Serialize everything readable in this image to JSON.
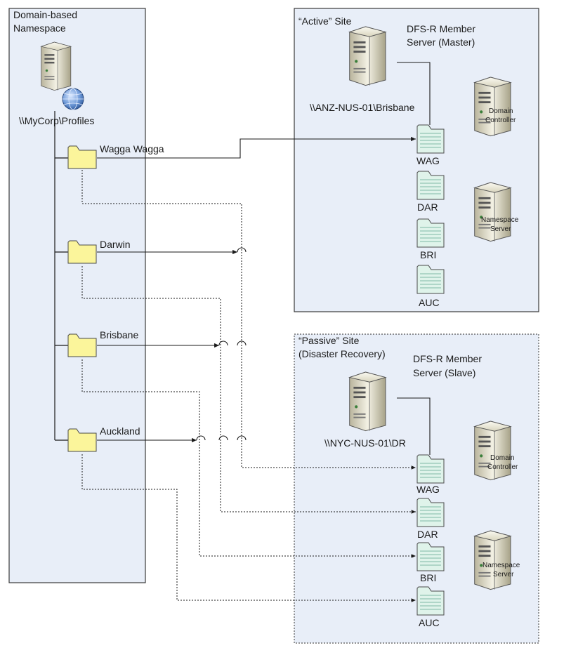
{
  "namespace": {
    "title_line1": "Domain-based",
    "title_line2": "Namespace",
    "path": "\\\\MyCorp\\Profiles",
    "folders": [
      "Wagga Wagga",
      "Darwin",
      "Brisbane",
      "Auckland"
    ]
  },
  "active_site": {
    "title": "“Active” Site",
    "member_line1": "DFS-R Member",
    "member_line2": "Server (Master)",
    "server_path": "\\\\ANZ-NUS-01\\Brisbane",
    "folders": [
      "WAG",
      "DAR",
      "BRI",
      "AUC"
    ],
    "dc_line1": "Domain",
    "dc_line2": "Controller",
    "ns_line1": "Namespace",
    "ns_line2": "Server"
  },
  "passive_site": {
    "title_line1": "“Passive” Site",
    "title_line2": "(Disaster Recovery)",
    "member_line1": "DFS-R Member",
    "member_line2": "Server (Slave)",
    "server_path": "\\\\NYC-NUS-01\\DR",
    "folders": [
      "WAG",
      "DAR",
      "BRI",
      "AUC"
    ],
    "dc_line1": "Domain",
    "dc_line2": "Controller",
    "ns_line1": "Namespace",
    "ns_line2": "Server"
  },
  "colors": {
    "panel_fill": "#e8eef8",
    "panel_stroke": "#3a3a3a",
    "folder_yellow": "#fbf59b",
    "folder_green": "#dff3ea",
    "line": "#1a1a1a"
  },
  "icons": [
    "server-icon",
    "globe-icon",
    "folder-icon",
    "shared-folder-icon",
    "domain-controller-icon",
    "namespace-server-icon"
  ]
}
